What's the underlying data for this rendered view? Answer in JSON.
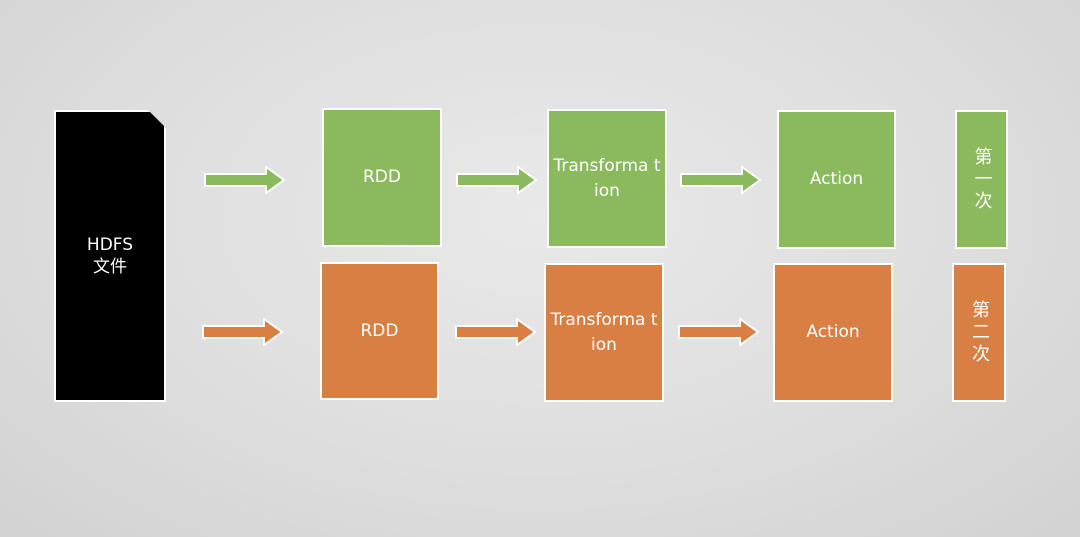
{
  "source": {
    "line1": "HDFS",
    "line2": "文件"
  },
  "rows": [
    {
      "color": "#8aba5d",
      "rdd": "RDD",
      "transformation": "Transforma tion",
      "action": "Action",
      "round": "第一次"
    },
    {
      "color": "#d87f44",
      "rdd": "RDD",
      "transformation": "Transforma tion",
      "action": "Action",
      "round": "第二次"
    }
  ],
  "colors": {
    "green": "#8aba5d",
    "orange": "#d87f44",
    "source": "#000000",
    "border": "#ffffff"
  }
}
